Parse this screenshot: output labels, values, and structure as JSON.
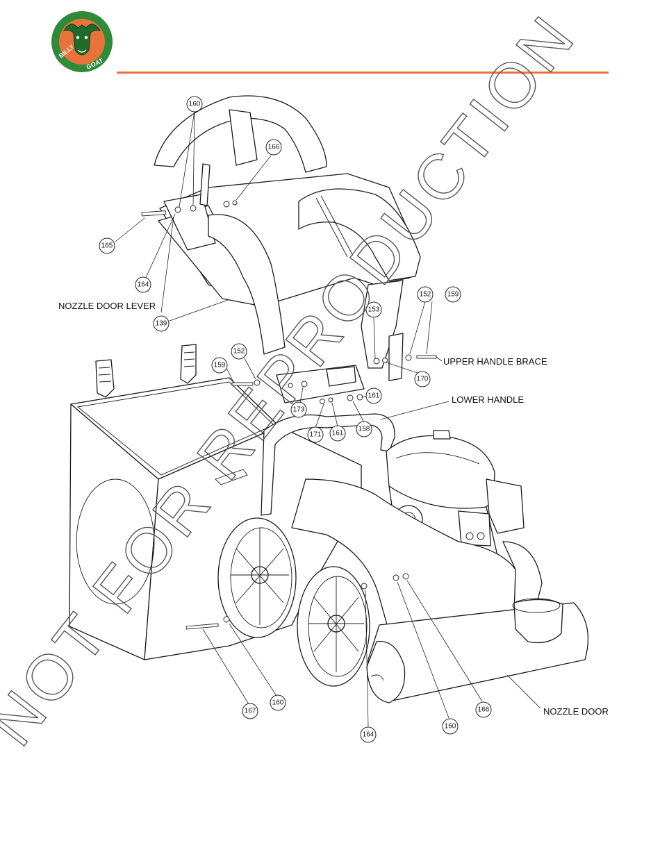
{
  "brand": {
    "logo_text_left": "BILLY",
    "logo_text_right": "GOAT",
    "logo_colors": {
      "ring": "#2e8b3a",
      "fill": "#e8733a"
    },
    "rule_color": "#e8733a"
  },
  "watermark": {
    "text": "NOT FOR REPRODUCTION",
    "color": "#555555"
  },
  "labels": {
    "nozzle_door_lever": "NOZZLE DOOR LEVER",
    "upper_handle_brace": "UPPER HANDLE BRACE",
    "lower_handle": "LOWER HANDLE",
    "nozzle_door": "NOZZLE DOOR"
  },
  "callouts": {
    "c160_top": "160",
    "c166_top": "166",
    "c165": "165",
    "c164_top": "164",
    "c139": "139",
    "c153": "153",
    "c152_right": "152",
    "c159_right": "159",
    "c170": "170",
    "c152_left": "152",
    "c159_left": "159",
    "c173": "173",
    "c171": "171",
    "c161_mid": "161",
    "c161_right": "161",
    "c158": "158",
    "c167": "167",
    "c160_bottom": "160",
    "c164_bottom": "164",
    "c160_right": "160",
    "c166_bottom": "166"
  }
}
